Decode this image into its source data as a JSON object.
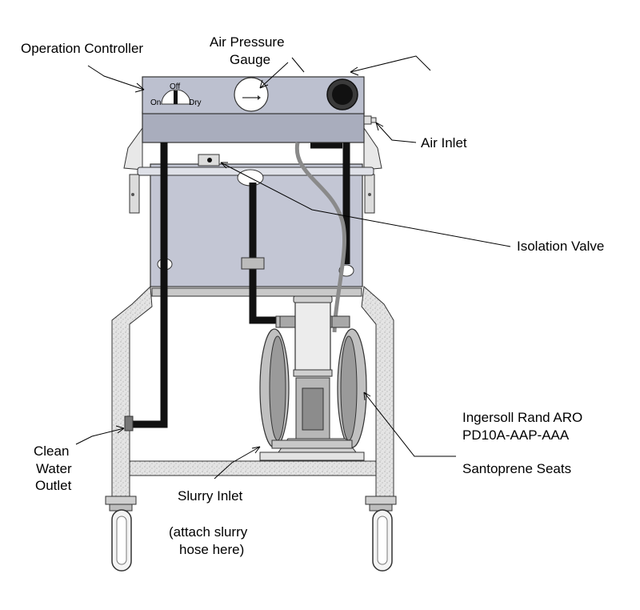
{
  "labels": {
    "operation_controller": "Operation Controller",
    "air_pressure_gauge_l1": "Air Pressure",
    "air_pressure_gauge_l2": "Gauge",
    "air_inlet": "Air Inlet",
    "isolation_valve": "Isolation Valve",
    "pump_model_l1": "Ingersoll Rand ARO",
    "pump_model_l2": "PD10A-AAP-AAA",
    "seats": "Santoprene Seats",
    "clean_water_l1": "Clean",
    "clean_water_l2": "Water",
    "clean_water_l3": "Outlet",
    "slurry_inlet": "Slurry Inlet",
    "slurry_note_l1": "(attach slurry",
    "slurry_note_l2": "hose here)"
  },
  "switch": {
    "off": "Off",
    "on": "On",
    "dry": "Dry"
  },
  "colors": {
    "panel": "#bcc0cf",
    "panel_dark": "#a9adbd",
    "frame": "#d9d9d9",
    "pipe": "#111111",
    "hose": "#8a8a8a"
  }
}
